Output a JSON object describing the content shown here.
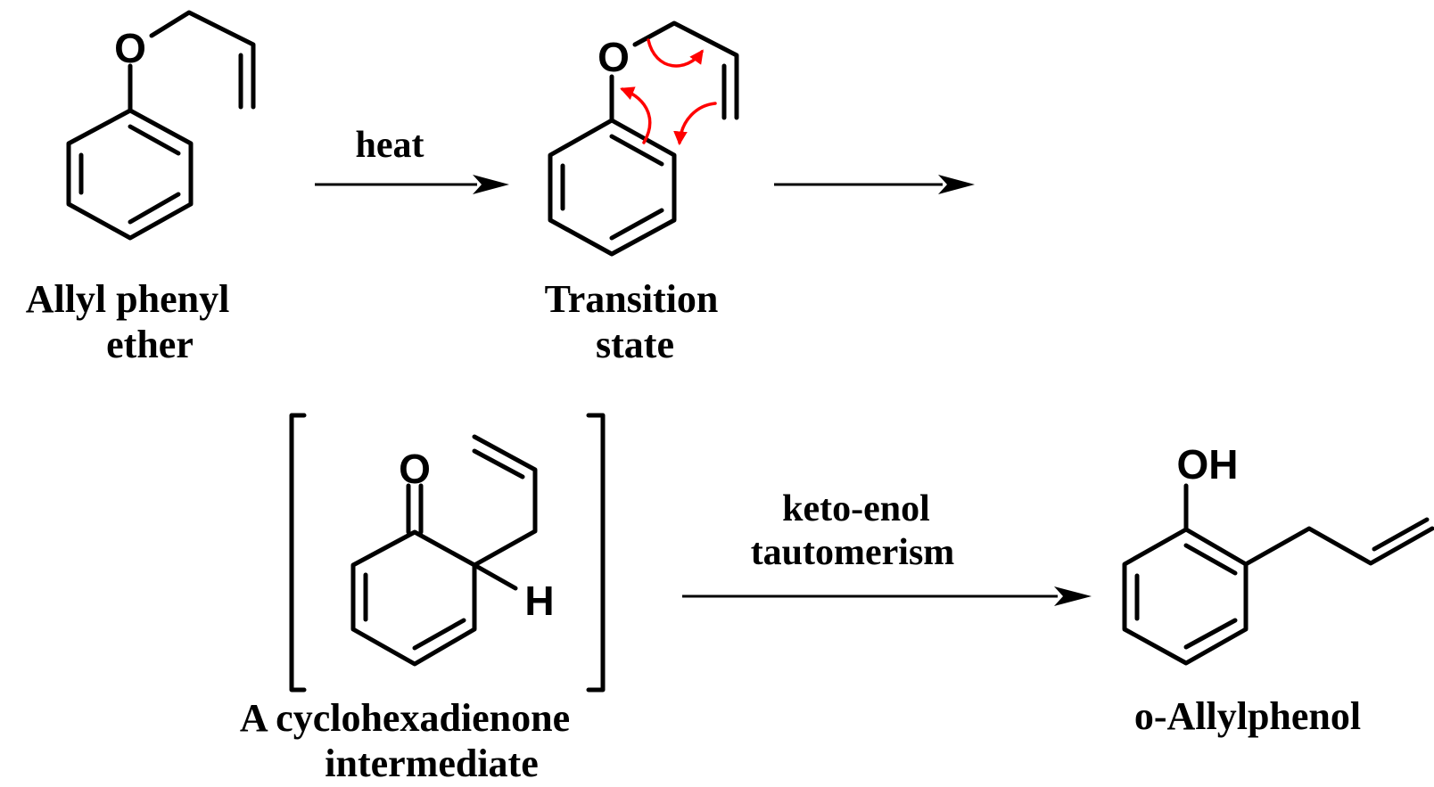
{
  "atoms": {
    "oxygen": "O",
    "hydroxyl": "OH",
    "hydrogen": "H"
  },
  "steps": {
    "step1_condition": "heat",
    "step3_condition_line1": "keto-enol",
    "step3_condition_line2": "tautomerism"
  },
  "compounds": {
    "reactant_line1": "Allyl phenyl",
    "reactant_line2": "ether",
    "transition_line1": "Transition",
    "transition_line2": "state",
    "intermediate_line1": "A cyclohexadienone",
    "intermediate_line2": "intermediate",
    "product": "o-Allylphenol"
  },
  "colors": {
    "bond": "#000000",
    "electron_arrow": "#ff0000"
  }
}
